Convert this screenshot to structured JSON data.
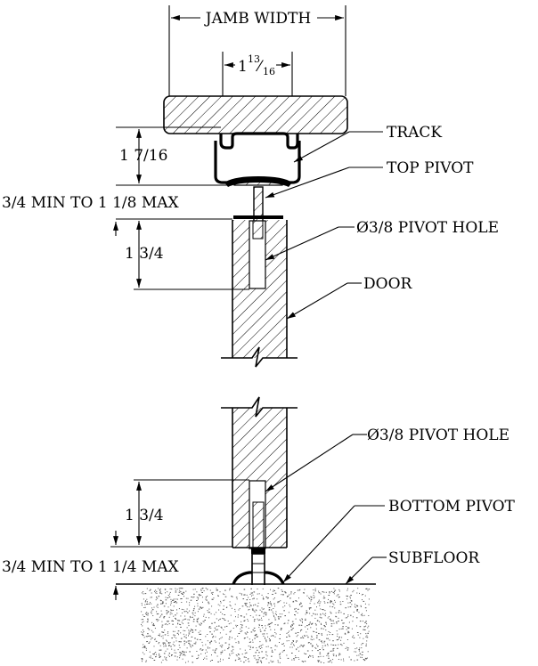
{
  "labels": {
    "jamb_width": "JAMB WIDTH",
    "jamb_width_whole": "1",
    "jamb_width_frac_num": "13",
    "jamb_width_frac_slash": "⁄",
    "jamb_width_frac_den": "16",
    "track": "TRACK",
    "top_pivot": "TOP PIVOT",
    "track_height": "1 7/16",
    "top_gap": "3/4 MIN TO 1 1/8 MAX",
    "top_hole": "Ø3/8 PIVOT HOLE",
    "top_hole_depth": "1 3/4",
    "door": "DOOR",
    "bottom_hole": "Ø3/8 PIVOT HOLE",
    "bottom_hole_depth": "1 3/4",
    "bottom_pivot": "BOTTOM PIVOT",
    "bottom_gap": "3/4 MIN TO 1 1/4 MAX",
    "subfloor": "SUBFLOOR"
  },
  "colors": {
    "ink": "#000000",
    "background": "#ffffff"
  }
}
